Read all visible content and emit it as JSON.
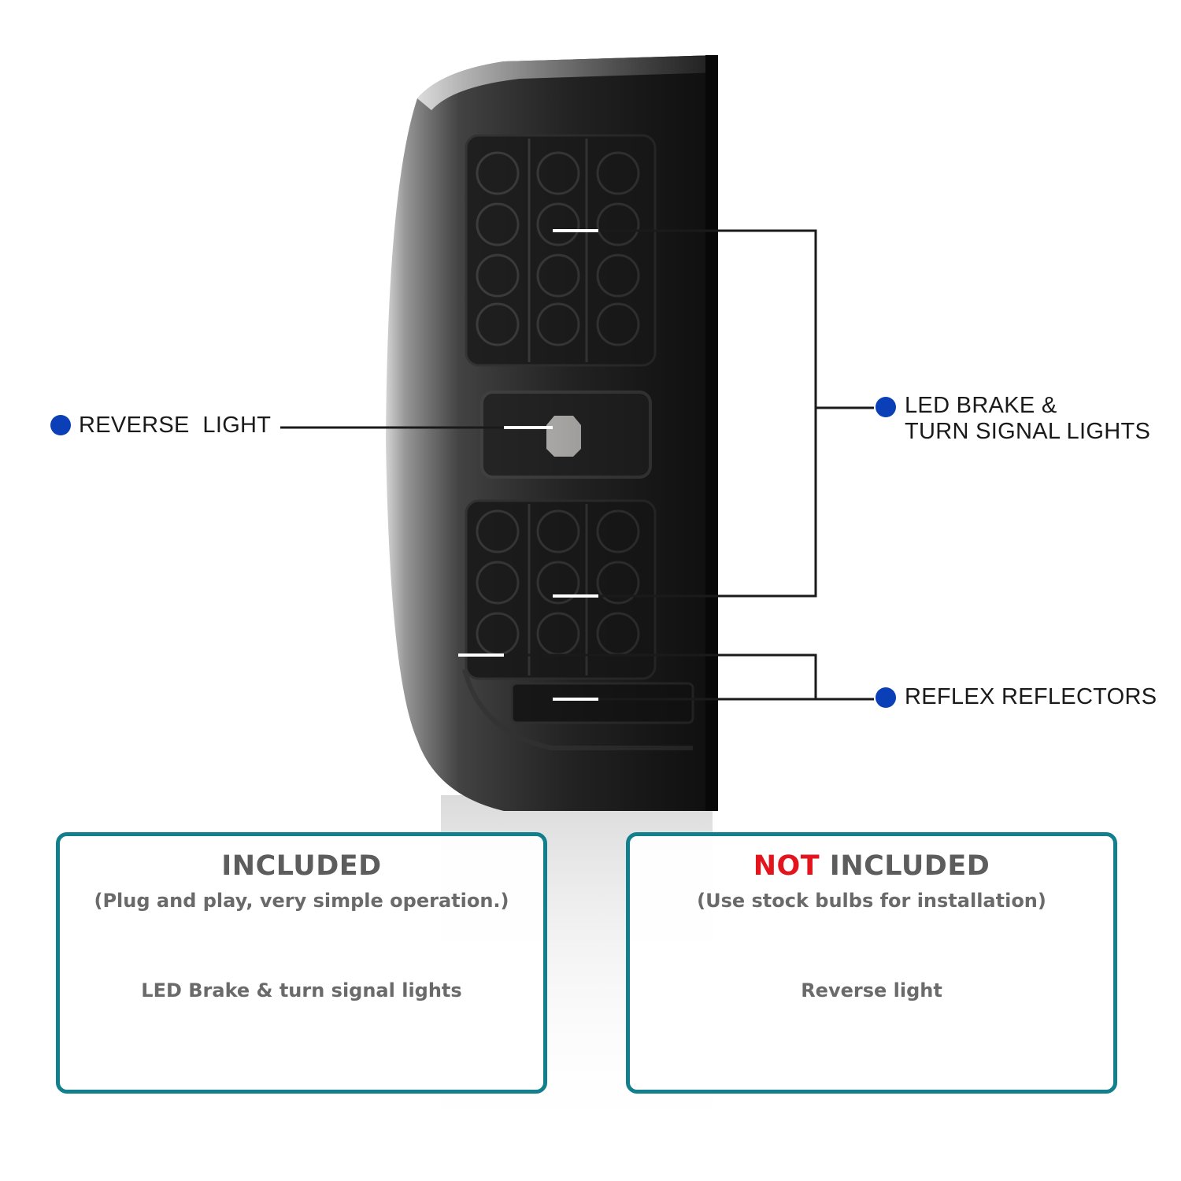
{
  "callouts": {
    "reverse_light": "REVERSE  LIGHT",
    "led_brake": "LED BRAKE &\nTURN SIGNAL LIGHTS",
    "reflex": "REFLEX REFLECTORS"
  },
  "boxes": {
    "included": {
      "title": "INCLUDED",
      "subtitle": "(Plug and play, very simple operation.)",
      "item": "LED Brake & turn signal lights"
    },
    "not_included": {
      "title_highlight": "NOT",
      "title_rest": " INCLUDED",
      "subtitle": "(Use stock bulbs for installation)",
      "item": "Reverse light"
    }
  },
  "colors": {
    "dot": "#0a3fb8",
    "box_border": "#117f8c",
    "highlight": "#e3141b"
  }
}
